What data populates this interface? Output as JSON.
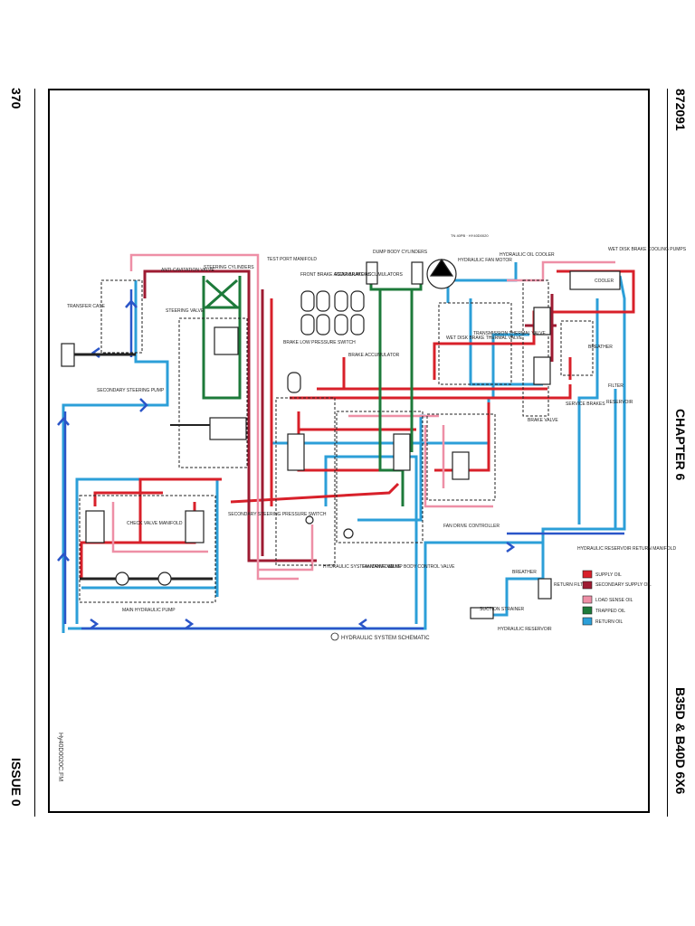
{
  "page": {
    "left_top": "370",
    "left_bottom": "ISSUE 0",
    "right_top": "872091",
    "right_middle": "CHAPTER 6",
    "right_bottom": "B35D & B40D 6X6",
    "filename": "Hy40D0020C.FM"
  },
  "colors": {
    "supply": "#d8202a",
    "secondary": "#9e1b32",
    "load_sense": "#ee8fa6",
    "trapped": "#1d7a3a",
    "return": "#2c9fd8",
    "arrow": "#2a55c8"
  },
  "diagram": {
    "title": "HYDRAULIC SYSTEM SCHEMATIC",
    "small_note": "TN 40PB · HY40D0020",
    "components": {
      "transfer_case": "TRANSFER CASE",
      "secondary_steering_pump": "SECONDARY STEERING PUMP",
      "anti_cavitation_valve": "ANTI-CAVITATION VALVE",
      "steering_valve": "STEERING VALVE",
      "steering_cylinders": "STEERING CYLINDERS",
      "test_port_manifold": "TEST PORT MANIFOLD",
      "front_brake_accumulators": "FRONT BRAKE ACCUMULATORS",
      "rear_brake_accumulators": "REAR BRAKE ACCUMULATORS",
      "dump_body_cylinders": "DUMP BODY CYLINDERS",
      "hydraulic_fan_motor": "HYDRAULIC FAN MOTOR",
      "hydraulic_oil_cooler": "HYDRAULIC OIL COOLER",
      "wet_disk_brake_cooling_pumps": "WET DISK BRAKE COOLING PUMPS",
      "cooler": "COOLER",
      "breather_top": "BREATHER",
      "filter": "FILTER",
      "reservoir": "RESERVOIR",
      "service_brakes": "SERVICE BRAKES",
      "brake_valve": "BRAKE VALVE",
      "brake_low_pressure_switch": "BRAKE LOW PRESSURE SWITCH",
      "brake_accumulator": "BRAKE ACCUMULATOR",
      "wet_disk_brake_thermal_valve": "WET DISK BRAKE THERMAL VALVE",
      "transmission_thermal_valve": "TRANSMISSION THERMAL VALVE",
      "fan_drive_controller": "FAN DRIVE CONTROLLER",
      "hydraulic_reservoir_return_manifold": "HYDRAULIC RESERVOIR RETURN MANIFOLD",
      "secondary_steering_pressure_switch": "SECONDARY STEERING PRESSURE SWITCH",
      "check_valve_manifold": "CHECK VALVE MANIFOLD",
      "main_hydraulic_pump": "MAIN HYDRAULIC PUMP",
      "hydraulic_system_manifold": "HYDRAULIC SYSTEM MANIFOLD",
      "fan_drive_valve": "FAN DRIVE VALVE",
      "dump_body_control_valve": "DUMP BODY CONTROL VALVE",
      "breather_bottom": "BREATHER",
      "return_filter": "RETURN FILTER",
      "suction_strainer": "SUCTION STRAINER",
      "hydraulic_reservoir": "HYDRAULIC RESERVOIR"
    },
    "legend": [
      {
        "label": "SUPPLY OIL",
        "color_key": "supply"
      },
      {
        "label": "SECONDARY SUPPLY OIL",
        "color_key": "secondary"
      },
      {
        "label": "LOAD SENSE OIL",
        "color_key": "load_sense"
      },
      {
        "label": "TRAPPED OIL",
        "color_key": "trapped"
      },
      {
        "label": "RETURN OIL",
        "color_key": "return"
      }
    ]
  }
}
